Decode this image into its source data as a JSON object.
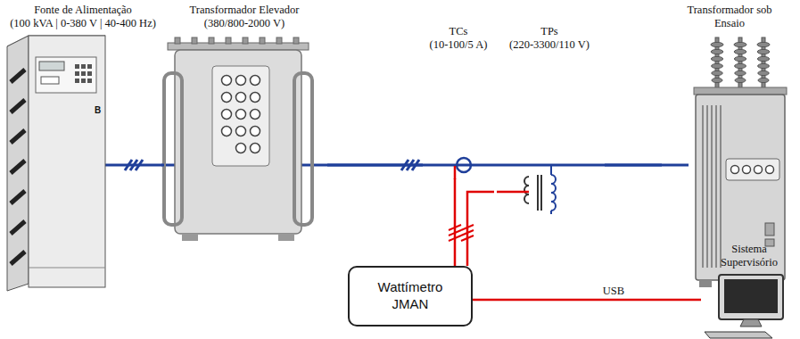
{
  "diagram": {
    "nodes": [
      {
        "text": [
          "Fonte de Alimentação",
          "(100 kVA | 0-380 V | 40-400 Hz)"
        ]
      },
      {
        "text": [
          "Transformador Elevador",
          "(380/800-2000 V)"
        ]
      },
      {
        "text": [
          "TCs",
          "(10-100/5 A)"
        ]
      },
      {
        "text": [
          "TPs",
          "(220-3300/110 V)"
        ]
      },
      {
        "text": [
          "Transformador sob Ensaio"
        ]
      },
      {
        "text": [
          "Wattímetro JMAN"
        ]
      },
      {
        "text": [
          "Sistema Supervisório"
        ]
      }
    ],
    "edges": [
      {
        "from": 0,
        "to": 1,
        "arrow": "none"
      },
      {
        "from": 1,
        "to": 2,
        "arrow": "none"
      },
      {
        "from": 2,
        "to": 3,
        "arrow": "none"
      },
      {
        "from": 3,
        "to": 4,
        "arrow": "none"
      },
      {
        "from": 2,
        "to": 5,
        "arrow": "none"
      },
      {
        "from": 3,
        "to": 5,
        "arrow": "none"
      },
      {
        "from": 5,
        "to": 6,
        "label": "USB",
        "arrow": "none"
      }
    ],
    "labels": [
      "B"
    ]
  }
}
